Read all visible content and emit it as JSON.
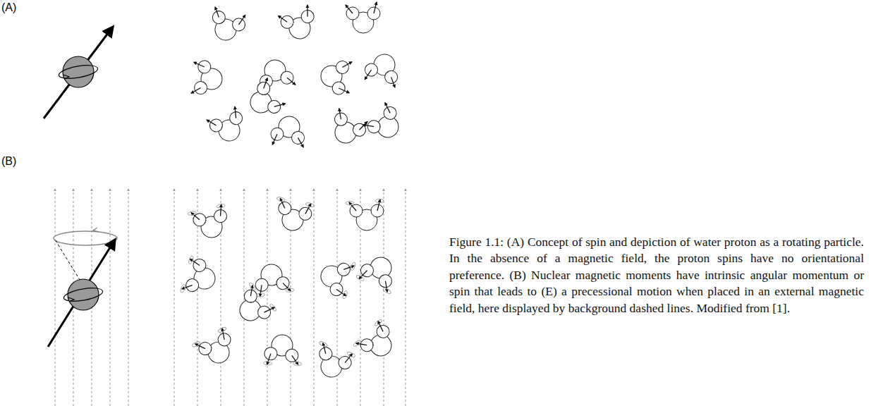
{
  "diagram": {
    "caption": "Figure 1.1: (A) Concept of spin and depiction of water proton as a rotating particle. In the absence of a magnetic field, the proton spins have no orientational preference. (B) Nuclear magnetic moments have intrinsic angular momentum or spin that leads to (E) a precessional motion when placed in an external magnetic field, here displayed by background dashed lines. Modified from [1].",
    "labels": [
      "(A)",
      "(B)"
    ]
  }
}
